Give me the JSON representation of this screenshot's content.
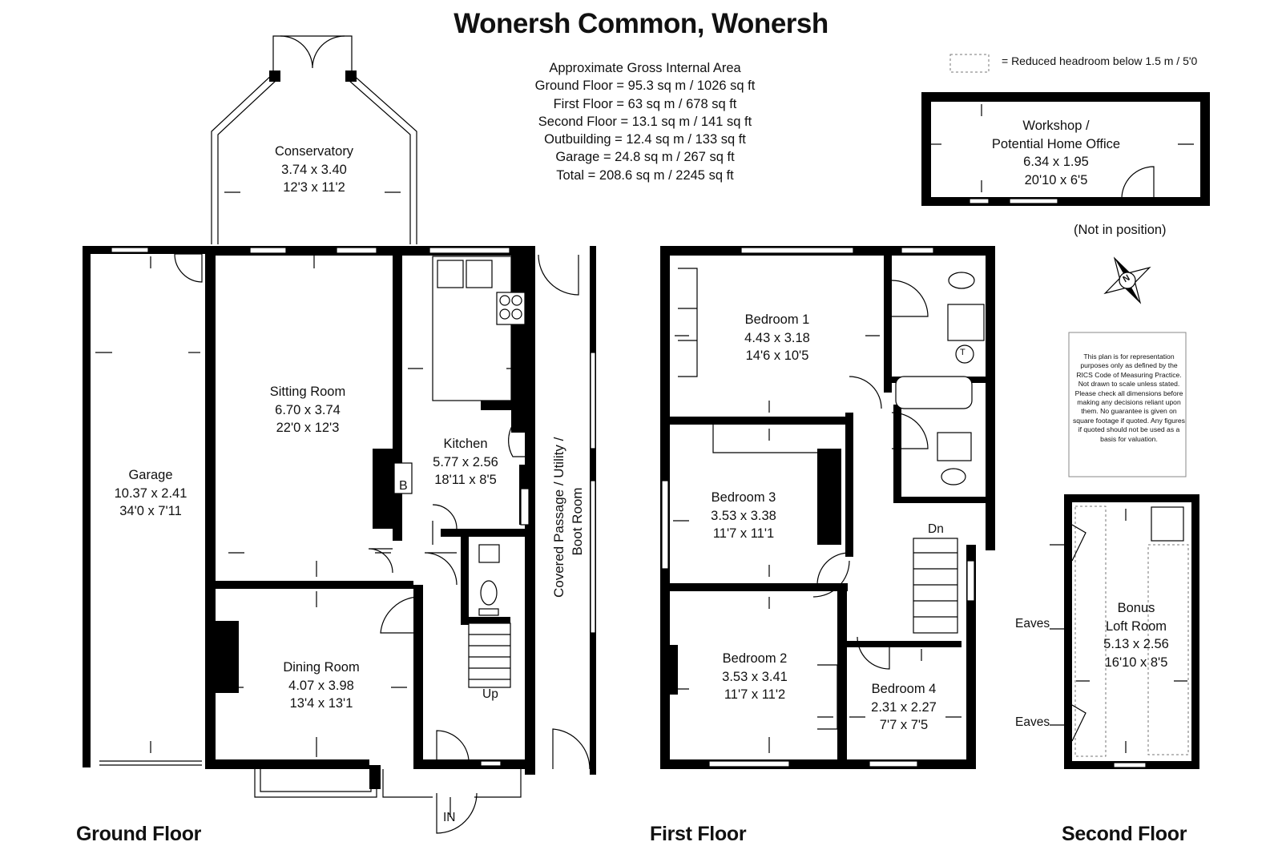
{
  "title": "Wonersh Common, Wonersh",
  "area_summary": {
    "heading": "Approximate Gross Internal Area",
    "lines": [
      "Ground Floor = 95.3 sq m / 1026 sq ft",
      "First Floor = 63 sq m / 678 sq ft",
      "Second Floor = 13.1 sq m / 141 sq ft",
      "Outbuilding = 12.4 sq m / 133 sq ft",
      "Garage = 24.8 sq m / 267 sq ft",
      "Total = 208.6 sq m / 2245 sq ft"
    ]
  },
  "legend": {
    "reduced_headroom": "=  Reduced headroom below 1.5 m / 5'0"
  },
  "not_in_position": "(Not in position)",
  "compass": {
    "label": "N"
  },
  "disclaimer": "This plan is for representation purposes only as defined by the RICS Code of Measuring Practice. Not drawn to scale unless stated. Please check all dimensions before making any decisions reliant upon them. No guarantee is given on square footage if quoted. Any figures if quoted should not be used as a basis for valuation.",
  "floors": {
    "ground": "Ground Floor",
    "first": "First Floor",
    "second": "Second Floor"
  },
  "rooms": {
    "workshop": {
      "name1": "Workshop /",
      "name2": "Potential Home Office",
      "metric": "6.34 x 1.95",
      "imperial": "20'10 x 6'5"
    },
    "conservatory": {
      "name": "Conservatory",
      "metric": "3.74 x 3.40",
      "imperial": "12'3 x 11'2"
    },
    "sitting": {
      "name": "Sitting Room",
      "metric": "6.70 x 3.74",
      "imperial": "22'0 x 12'3"
    },
    "kitchen": {
      "name": "Kitchen",
      "metric": "5.77 x 2.56",
      "imperial": "18'11 x 8'5"
    },
    "garage": {
      "name": "Garage",
      "metric": "10.37 x 2.41",
      "imperial": "34'0 x 7'11"
    },
    "dining": {
      "name": "Dining Room",
      "metric": "4.07 x 3.98",
      "imperial": "13'4 x 13'1"
    },
    "passage": {
      "line1": "Covered Passage / Utility /",
      "line2": "Boot Room"
    },
    "bedroom1": {
      "name": "Bedroom 1",
      "metric": "4.43 x 3.18",
      "imperial": "14'6 x 10'5"
    },
    "bedroom3": {
      "name": "Bedroom 3",
      "metric": "3.53 x 3.38",
      "imperial": "11'7 x 11'1"
    },
    "bedroom2": {
      "name": "Bedroom 2",
      "metric": "3.53 x 3.41",
      "imperial": "11'7 x 11'2"
    },
    "bedroom4": {
      "name": "Bedroom 4",
      "metric": "2.31 x 2.27",
      "imperial": "7'7 x 7'5"
    },
    "loft": {
      "name1": "Bonus",
      "name2": "Loft Room",
      "metric": "5.13 x 2.56",
      "imperial": "16'10 x 8'5"
    }
  },
  "markers": {
    "boiler": "B",
    "tank": "T",
    "up": "Up",
    "down": "Dn",
    "entrance": "IN",
    "eaves": "Eaves"
  }
}
